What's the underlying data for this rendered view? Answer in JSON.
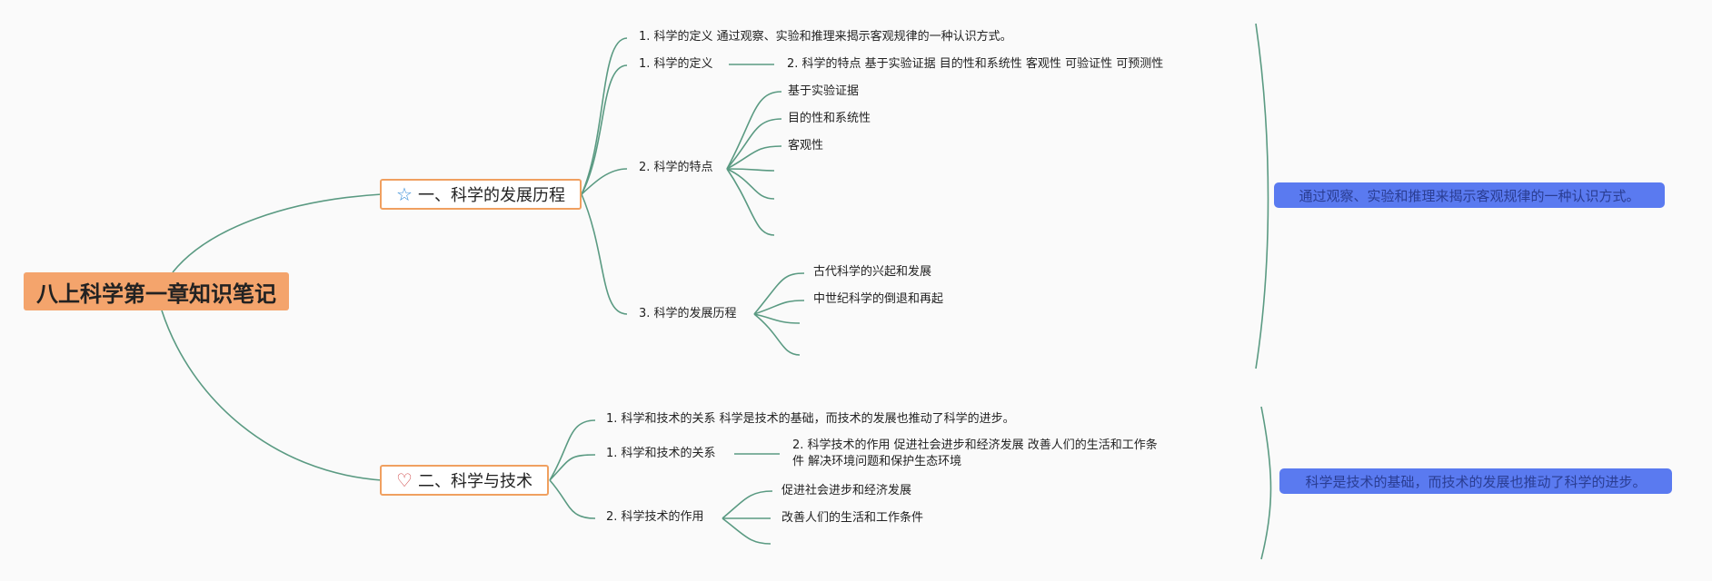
{
  "root": {
    "title": "八上科学第一章知识笔记"
  },
  "section1": {
    "icon": "☆",
    "title": "一、科学的发展历程",
    "definition_full": "1. 科学的定义 通过观察、实验和推理来揭示客观规律的一种认识方式。",
    "definition": "1. 科学的定义",
    "definition_child": "2. 科学的特点 基于实验证据 目的性和系统性 客观性 可验证性 可预测性",
    "features": "2. 科学的特点",
    "feature_items": [
      "基于实验证据",
      "目的性和系统性",
      "客观性"
    ],
    "history": "3. 科学的发展历程",
    "history_items": [
      "古代科学的兴起和发展",
      "中世纪科学的倒退和再起"
    ],
    "summary": "通过观察、实验和推理来揭示客观规律的一种认识方式。"
  },
  "section2": {
    "icon": "♡",
    "title": "二、科学与技术",
    "relation_full": "1. 科学和技术的关系 科学是技术的基础，而技术的发展也推动了科学的进步。",
    "relation": "1. 科学和技术的关系",
    "relation_child": "2. 科学技术的作用 促进社会进步和经济发展 改善人们的生活和工作条件 解决环境问题和保护生态环境",
    "role": "2. 科学技术的作用",
    "role_items": [
      "促进社会进步和经济发展",
      "改善人们的生活和工作条件"
    ],
    "summary": "科学是技术的基础，而技术的发展也推动了科学的进步。"
  },
  "colors": {
    "link": "#5a9a82",
    "root": "#f4a46c",
    "section_border": "#f0a060",
    "summary": "#5a7af0"
  },
  "icons": {
    "section1": "star-icon",
    "section2": "heart-icon"
  }
}
